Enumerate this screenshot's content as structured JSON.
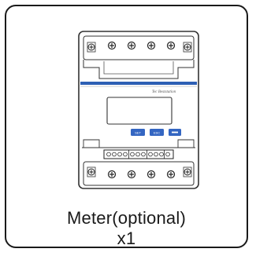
{
  "product": {
    "name": "Meter(optional)",
    "quantity": "x1",
    "brand_text": "Tec Beststation",
    "buttons": [
      "SET",
      "ESC",
      ""
    ]
  },
  "colors": {
    "frame": "#1a1a1a",
    "accent_stripe": "#2d5fb4",
    "button_fill": "#3466c2",
    "terminal_line": "#333333"
  },
  "icons": {
    "terminal_screw": "circled-plus-icon"
  }
}
